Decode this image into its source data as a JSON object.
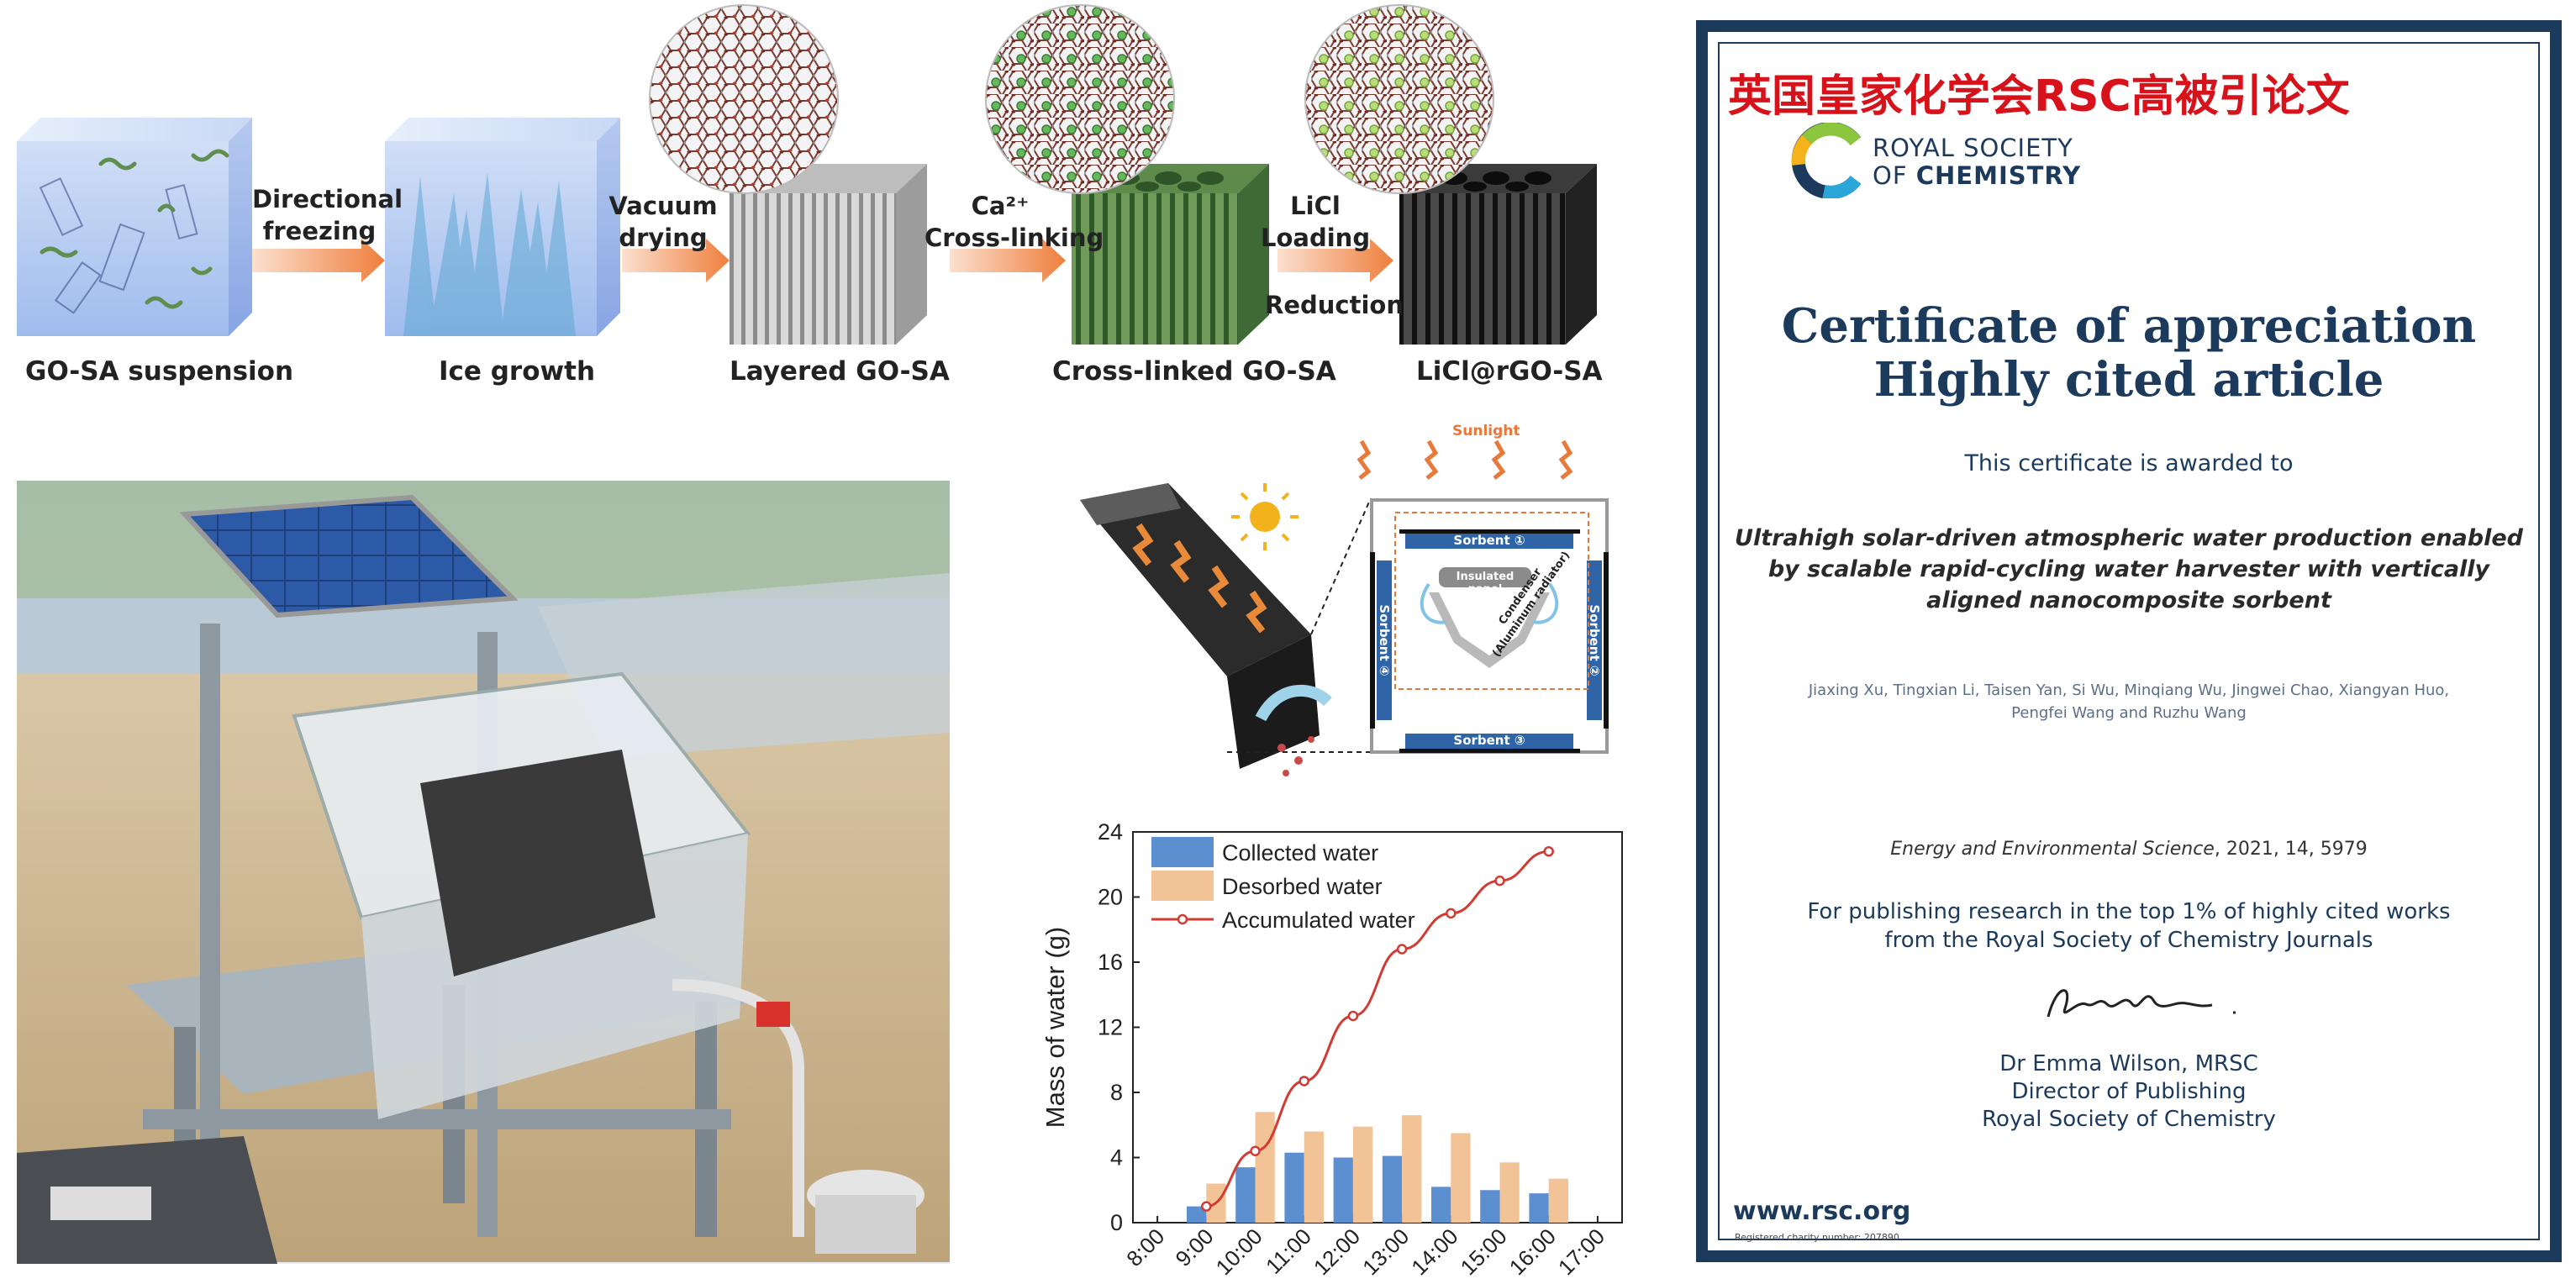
{
  "process": {
    "stages": [
      "GO-SA suspension",
      "Ice growth",
      "Layered GO-SA",
      "Cross-linked GO-SA",
      "LiCl@rGO-SA"
    ],
    "steps": [
      {
        "lines": [
          "Directional",
          "freezing"
        ]
      },
      {
        "lines": [
          "Vacuum",
          "drying"
        ]
      },
      {
        "lines": [
          "Ca²⁺",
          "Cross-linking"
        ]
      },
      {
        "lines": [
          "LiCl",
          "Loading"
        ],
        "extra": "Reduction"
      }
    ]
  },
  "device": {
    "sunlight": "Sunlight",
    "sorbent_1": "Sorbent ①",
    "sorbent_2": "Sorbent ②",
    "sorbent_3": "Sorbent ③",
    "sorbent_4": "Sorbent ④",
    "insulated_panel": "Insulated panel",
    "condenser": "Condenser",
    "condenser_sub": "(Aluminum radiator)"
  },
  "chart_data": {
    "type": "bar",
    "ylabel": "Mass of water (g)",
    "xlabel": "",
    "ylim": [
      0,
      24
    ],
    "yticks": [
      "0",
      "4",
      "8",
      "12",
      "16",
      "20",
      "24"
    ],
    "categories": [
      "8:00",
      "9:00",
      "10:00",
      "11:00",
      "12:00",
      "13:00",
      "14:00",
      "15:00",
      "16:00",
      "17:00"
    ],
    "series": [
      {
        "name": "Collected water",
        "kind": "bar",
        "color": "#5b8fd0",
        "values": [
          null,
          1.0,
          3.4,
          4.3,
          4.0,
          4.1,
          2.2,
          2.0,
          1.8,
          null
        ]
      },
      {
        "name": "Desorbed water",
        "kind": "bar",
        "color": "#f2c397",
        "values": [
          null,
          2.4,
          6.8,
          5.6,
          5.9,
          6.6,
          5.5,
          3.7,
          2.7,
          null
        ]
      },
      {
        "name": "Accumulated water",
        "kind": "line",
        "color": "#d23a32",
        "values": [
          null,
          1.0,
          4.4,
          8.7,
          12.7,
          16.8,
          19.0,
          21.0,
          22.8,
          null
        ]
      }
    ],
    "legend": "top-left"
  },
  "certificate": {
    "banner": "英国皇家化学会RSC高被引论文",
    "org_line1": "ROYAL SOCIETY",
    "org_line2_prefix": "OF ",
    "org_line2_bold": "CHEMISTRY",
    "title_line1": "Certificate of appreciation",
    "title_line2": "Highly cited article",
    "awarded_to": "This certificate is awarded to",
    "article_title": [
      "Ultrahigh solar-driven atmospheric water production enabled",
      "by scalable rapid-cycling water harvester with vertically",
      "aligned nanocomposite sorbent"
    ],
    "authors": [
      "Jiaxing Xu, Tingxian Li, Taisen Yan, Si Wu, Minqiang Wu, Jingwei Chao, Xiangyan Huo,",
      "Pengfei Wang and Ruzhu Wang"
    ],
    "journal": "Energy and Environmental Science",
    "citation": ", 2021, 14, 5979",
    "statement": [
      "For publishing research in the top 1% of highly cited works",
      "from the Royal Society of Chemistry Journals"
    ],
    "signer_name": "Dr Emma Wilson, MRSC",
    "signer_role": "Director of Publishing",
    "signer_org": "Royal Society of Chemistry",
    "website": "www.rsc.org",
    "charity": "Registered charity number: 207890"
  },
  "colors": {
    "navy": "#1c3a5c",
    "banner_red": "#d8121a",
    "arrow_orange": "#f08a4b"
  }
}
